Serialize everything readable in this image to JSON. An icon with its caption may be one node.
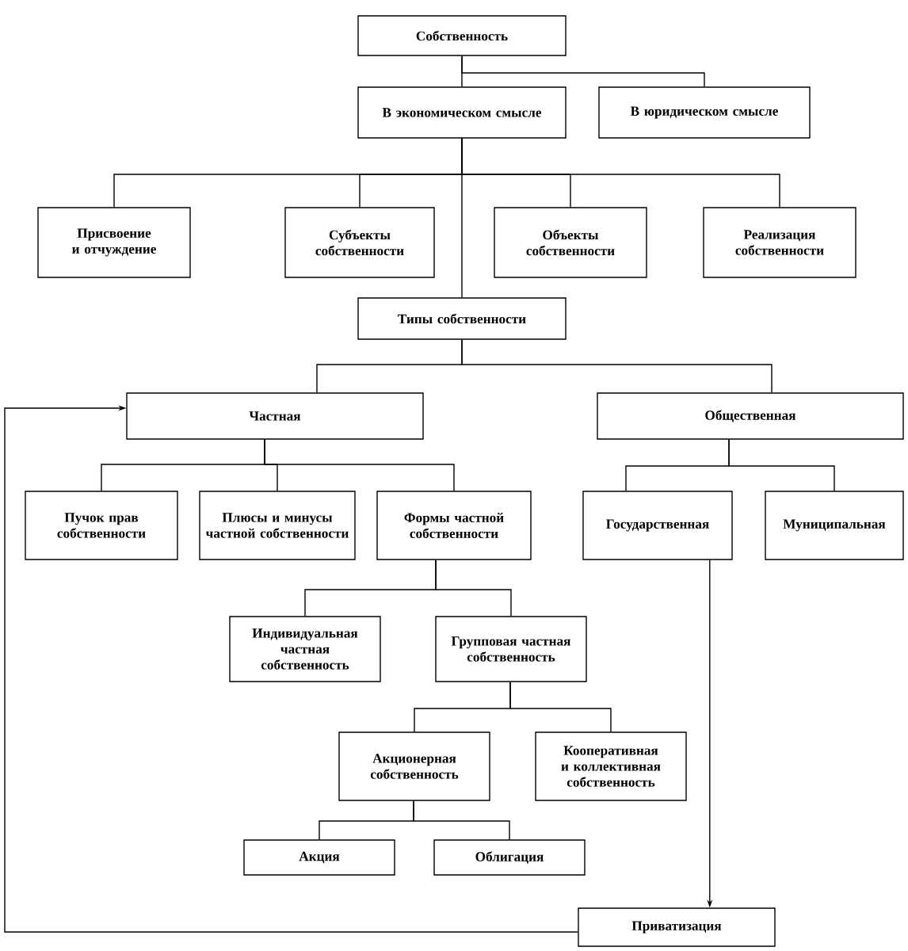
{
  "diagram": {
    "nodes": [
      {
        "text": [
          "Собственность"
        ]
      },
      {
        "text": [
          "В экономическом смысле"
        ]
      },
      {
        "text": [
          "В юридическом смысле"
        ]
      },
      {
        "text": [
          "Присвоение и отчуждение"
        ]
      },
      {
        "text": [
          "Субъекты собственности"
        ]
      },
      {
        "text": [
          "Объекты собственности"
        ]
      },
      {
        "text": [
          "Реализация собственности"
        ]
      },
      {
        "text": [
          "Типы собственности"
        ]
      },
      {
        "text": [
          "Частная"
        ]
      },
      {
        "text": [
          "Общественная"
        ]
      },
      {
        "text": [
          "Пучок прав собственности"
        ]
      },
      {
        "text": [
          "Плюсы и минусы частной собственности"
        ]
      },
      {
        "text": [
          "Формы частной собственности"
        ]
      },
      {
        "text": [
          "Государственная"
        ]
      },
      {
        "text": [
          "Муниципальная"
        ]
      },
      {
        "text": [
          "Индивидуальная частная собственность"
        ]
      },
      {
        "text": [
          "Групповая частная собственность"
        ]
      },
      {
        "text": [
          "Акционерная собственность"
        ]
      },
      {
        "text": [
          "Кооперативная и коллективная собственность"
        ]
      },
      {
        "text": [
          "Акция"
        ]
      },
      {
        "text": [
          "Облигация"
        ]
      },
      {
        "text": [
          "Приватизация"
        ]
      }
    ],
    "edges": [
      {
        "from": 0,
        "to": 1,
        "arrow": "none"
      },
      {
        "from": 0,
        "to": 2,
        "arrow": "none"
      },
      {
        "from": 1,
        "to": 3,
        "arrow": "none"
      },
      {
        "from": 1,
        "to": 4,
        "arrow": "none"
      },
      {
        "from": 1,
        "to": 5,
        "arrow": "none"
      },
      {
        "from": 1,
        "to": 6,
        "arrow": "none"
      },
      {
        "from": 1,
        "to": 7,
        "arrow": "none"
      },
      {
        "from": 7,
        "to": 8,
        "arrow": "none"
      },
      {
        "from": 7,
        "to": 9,
        "arrow": "none"
      },
      {
        "from": 8,
        "to": 10,
        "arrow": "none"
      },
      {
        "from": 8,
        "to": 11,
        "arrow": "none"
      },
      {
        "from": 8,
        "to": 12,
        "arrow": "none"
      },
      {
        "from": 9,
        "to": 13,
        "arrow": "none"
      },
      {
        "from": 9,
        "to": 14,
        "arrow": "none"
      },
      {
        "from": 12,
        "to": 15,
        "arrow": "none"
      },
      {
        "from": 12,
        "to": 16,
        "arrow": "none"
      },
      {
        "from": 16,
        "to": 17,
        "arrow": "none"
      },
      {
        "from": 16,
        "to": 18,
        "arrow": "none"
      },
      {
        "from": 17,
        "to": 19,
        "arrow": "none"
      },
      {
        "from": 17,
        "to": 20,
        "arrow": "none"
      },
      {
        "from": 13,
        "to": 21,
        "arrow": "to"
      },
      {
        "from": 21,
        "to": 8,
        "arrow": "to"
      }
    ]
  }
}
